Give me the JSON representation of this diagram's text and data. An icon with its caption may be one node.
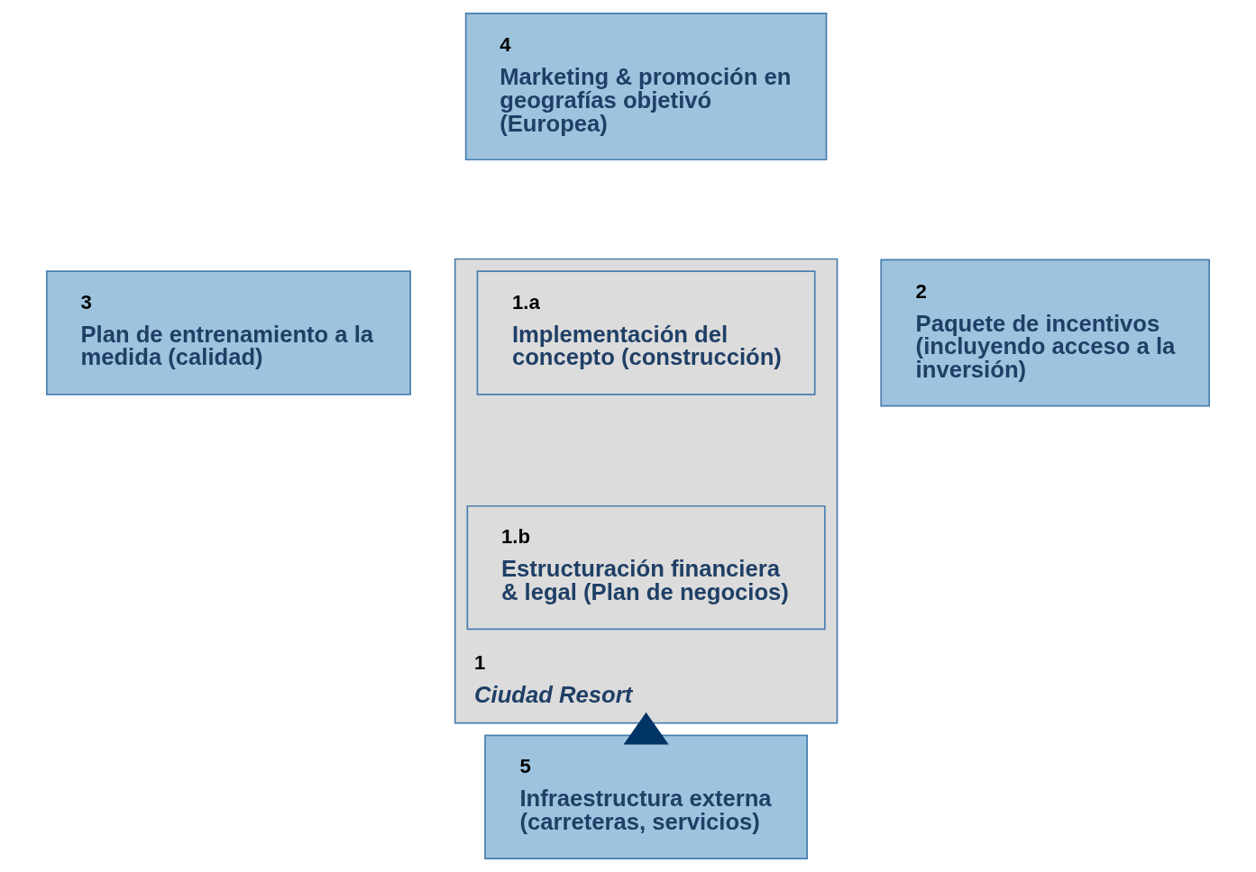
{
  "diagram": {
    "nodes": [
      {
        "text": [
          "4",
          "Marketing & promoción en geografías objetivó (Europea)"
        ]
      },
      {
        "text": [
          "3",
          "Plan de entrenamiento a la medida (calidad)"
        ]
      },
      {
        "text": [
          "1",
          "Ciudad Resort"
        ]
      },
      {
        "text": [
          "1.a",
          "Implementación del concepto (construcción)"
        ],
        "in": 2
      },
      {
        "text": [
          "1.b",
          "Estructuración financiera & legal (Plan de negocios)"
        ],
        "in": 2
      },
      {
        "text": [
          "2",
          "Paquete de incentivos (incluyendo acceso a la inversión)"
        ]
      },
      {
        "text": [
          "5",
          "Infraestructura externa (carreteras, servicios)"
        ]
      }
    ],
    "edges": [
      {
        "from": 6,
        "to": 2,
        "arrow": "to",
        "style": "thick"
      }
    ]
  }
}
